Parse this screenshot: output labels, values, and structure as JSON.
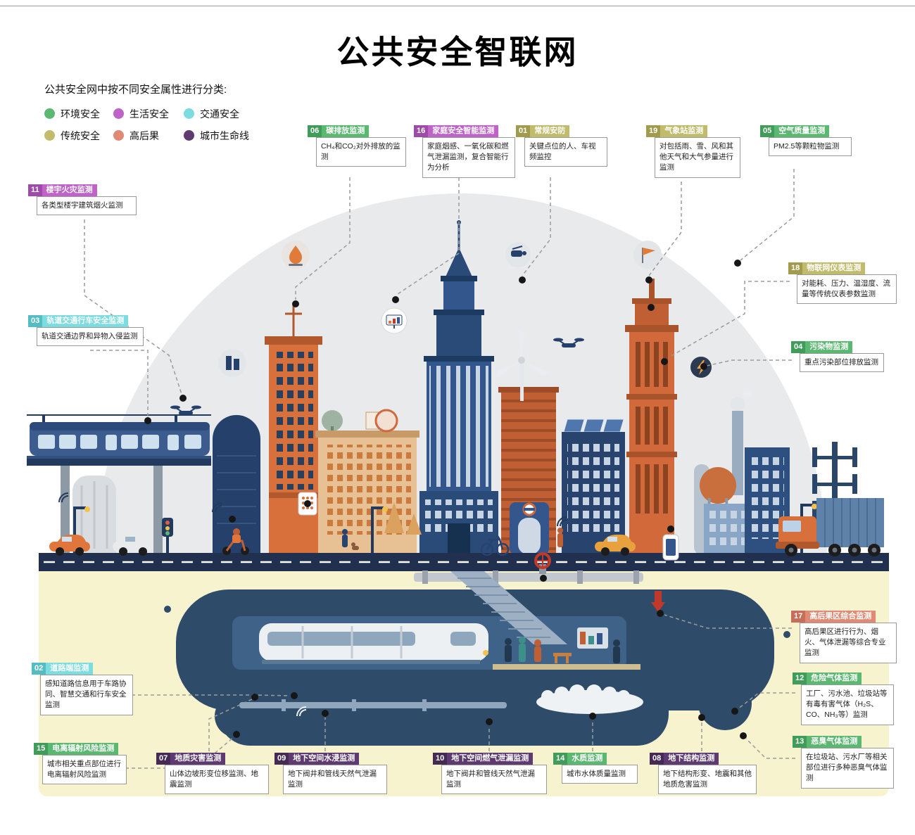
{
  "page": {
    "title": "公共安全智联网",
    "subtitle": "公共安全网中按不同安全属性进行分类:"
  },
  "legend": {
    "items": [
      {
        "label": "环境安全",
        "color": "#5bb871"
      },
      {
        "label": "生活安全",
        "color": "#bf63c9"
      },
      {
        "label": "交通安全",
        "color": "#7cdce0"
      },
      {
        "label": "传统安全",
        "color": "#c1bb6c"
      },
      {
        "label": "高后果",
        "color": "#e08a76"
      },
      {
        "label": "城市生命线",
        "color": "#5e3a70"
      }
    ]
  },
  "callouts": [
    {
      "num": "06",
      "title": "碳排放监测",
      "body": "CH₄和CO₂对外排放的监测",
      "category": "环境安全"
    },
    {
      "num": "16",
      "title": "家庭安全智能监测",
      "body": "家庭烟感、一氧化碳和燃气泄漏监测，复合智能行为分析",
      "category": "生活安全"
    },
    {
      "num": "01",
      "title": "常规安防",
      "body": "关键点位的人、车视频监控",
      "category": "传统安全"
    },
    {
      "num": "19",
      "title": "气象站监测",
      "body": "对包括雨、雪、风和其他天气和大气参量进行监测",
      "category": "传统安全"
    },
    {
      "num": "05",
      "title": "空气质量监测",
      "body": "PM2.5等颗粒物监测",
      "category": "环境安全"
    },
    {
      "num": "11",
      "title": "楼宇火灾监测",
      "body": "各类型楼宇建筑烟火监测",
      "category": "生活安全"
    },
    {
      "num": "18",
      "title": "物联网仪表监测",
      "body": "对能耗、压力、温湿度、流量等传统仪表参数监测",
      "category": "传统安全"
    },
    {
      "num": "03",
      "title": "轨道交通行车安全监测",
      "body": "轨道交通边界和异物入侵监测",
      "category": "交通安全"
    },
    {
      "num": "04",
      "title": "污染物监测",
      "body": "重点污染部位排放监测",
      "category": "环境安全"
    },
    {
      "num": "17",
      "title": "高后果区综合监测",
      "body": "高后果区进行行为、烟火、气体泄漏等综合专业监测",
      "category": "高后果"
    },
    {
      "num": "02",
      "title": "道路端监测",
      "body": "感知道路信息用于车路协同、智慧交通和行车安全监测",
      "category": "交通安全"
    },
    {
      "num": "12",
      "title": "危险气体监测",
      "body": "工厂、污水池、垃圾站等有毒有害气体（H₂S、CO、NH₃等）监测",
      "category": "环境安全"
    },
    {
      "num": "13",
      "title": "恶臭气体监测",
      "body": "在垃圾站、污水厂等相关部位进行多种恶臭气体监测",
      "category": "环境安全"
    },
    {
      "num": "15",
      "title": "电离辐射风险监测",
      "body": "城市相关重点部位进行电离辐射风险监测",
      "category": "环境安全"
    },
    {
      "num": "07",
      "title": "地质灾害监测",
      "body": "山体边坡形变位移监测、地震监测",
      "category": "城市生命线"
    },
    {
      "num": "09",
      "title": "地下空间水浸监测",
      "body": "地下阀井和管线天然气泄漏监测",
      "category": "城市生命线"
    },
    {
      "num": "10",
      "title": "地下空间燃气泄漏监测",
      "body": "地下阀井和管线天然气泄漏监测",
      "category": "城市生命线"
    },
    {
      "num": "14",
      "title": "水质监测",
      "body": "城市水体质量监测",
      "category": "环境安全"
    },
    {
      "num": "08",
      "title": "地下结构监测",
      "body": "地下结构形变、地震和其他地质危害监测",
      "category": "城市生命线"
    }
  ],
  "colors": {
    "env": "#5bb871",
    "life": "#bf63c9",
    "traffic": "#7cdce0",
    "traditional": "#c1bb6c",
    "high_consequence": "#e08a76",
    "lifeline": "#5e3a70",
    "dome": "#e9eaeb",
    "underground_soil": "#f7f3cf",
    "tunnel_blob": "#2e4c6a",
    "road": "#20304e",
    "building_navy": "#2a4a78",
    "building_orange": "#d8703c"
  }
}
